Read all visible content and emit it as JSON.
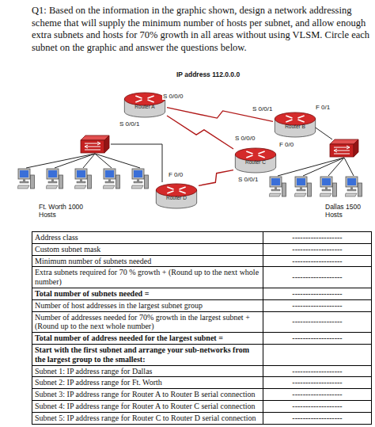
{
  "diagram": {
    "title": "Q1: Based on the information in the graphic shown, design a network addressing scheme that will supply the minimum number of hosts per subnet, and allow enough extra subnets and hosts for 70% growth in all areas without using VLSM. Circle each subnet on the graphic and answer the questions below.",
    "nodes": [
      {
        "text": [
          "Router A"
        ]
      },
      {
        "text": [
          "Router B"
        ]
      },
      {
        "text": [
          "Router C"
        ]
      },
      {
        "text": [
          "Router D"
        ]
      }
    ],
    "edges": [
      {
        "from": 0,
        "to": 1,
        "arrow": "none"
      },
      {
        "from": 0,
        "to": 2,
        "arrow": "none"
      },
      {
        "from": 2,
        "to": 3,
        "arrow": "none"
      }
    ],
    "labels": [
      "IP address 112.0.0.0",
      "S 0/0/0",
      "S 0/0/1",
      "F 0/1",
      "F 0/0",
      "S 0/0/1",
      "S 0/0/0",
      "F 0/0",
      "S 0/0/1",
      "Ft. Worth 1000 Hosts",
      "Dallas 1500 Hosts",
      "Address class",
      "-------------------",
      "Custom subnet mask",
      "-------------------",
      "Minimum number of subnets needed",
      "-------------------",
      "Extra subnets required for 70 % growth + (Round up to the next whole number)",
      "-------------------",
      "Total number of subnets needed =",
      "-------------------",
      "Number of host addresses in the largest subnet group",
      "-------------------",
      "Number of addresses needed for 70% growth in the largest subnet + (Round up to the next whole number)",
      "-------------------",
      "Total number of address needed for the largest subnet =",
      "-------------------",
      "Start with the first subnet and arrange your sub-networks from the largest group to the smallest:",
      "Subnet 1: IP address range for Dallas",
      "-------------------",
      "Subnet 2: IP address range for Ft. Worth",
      "-------------------",
      "Subnet 3: IP address range for Router A to Router B serial connection",
      "-------------------",
      "Subnet 4: IP address range for Router A to Router C serial connection",
      "-------------------",
      "Subnet 5: IP address range for Router C to Router D serial connection",
      "-------------------"
    ]
  }
}
